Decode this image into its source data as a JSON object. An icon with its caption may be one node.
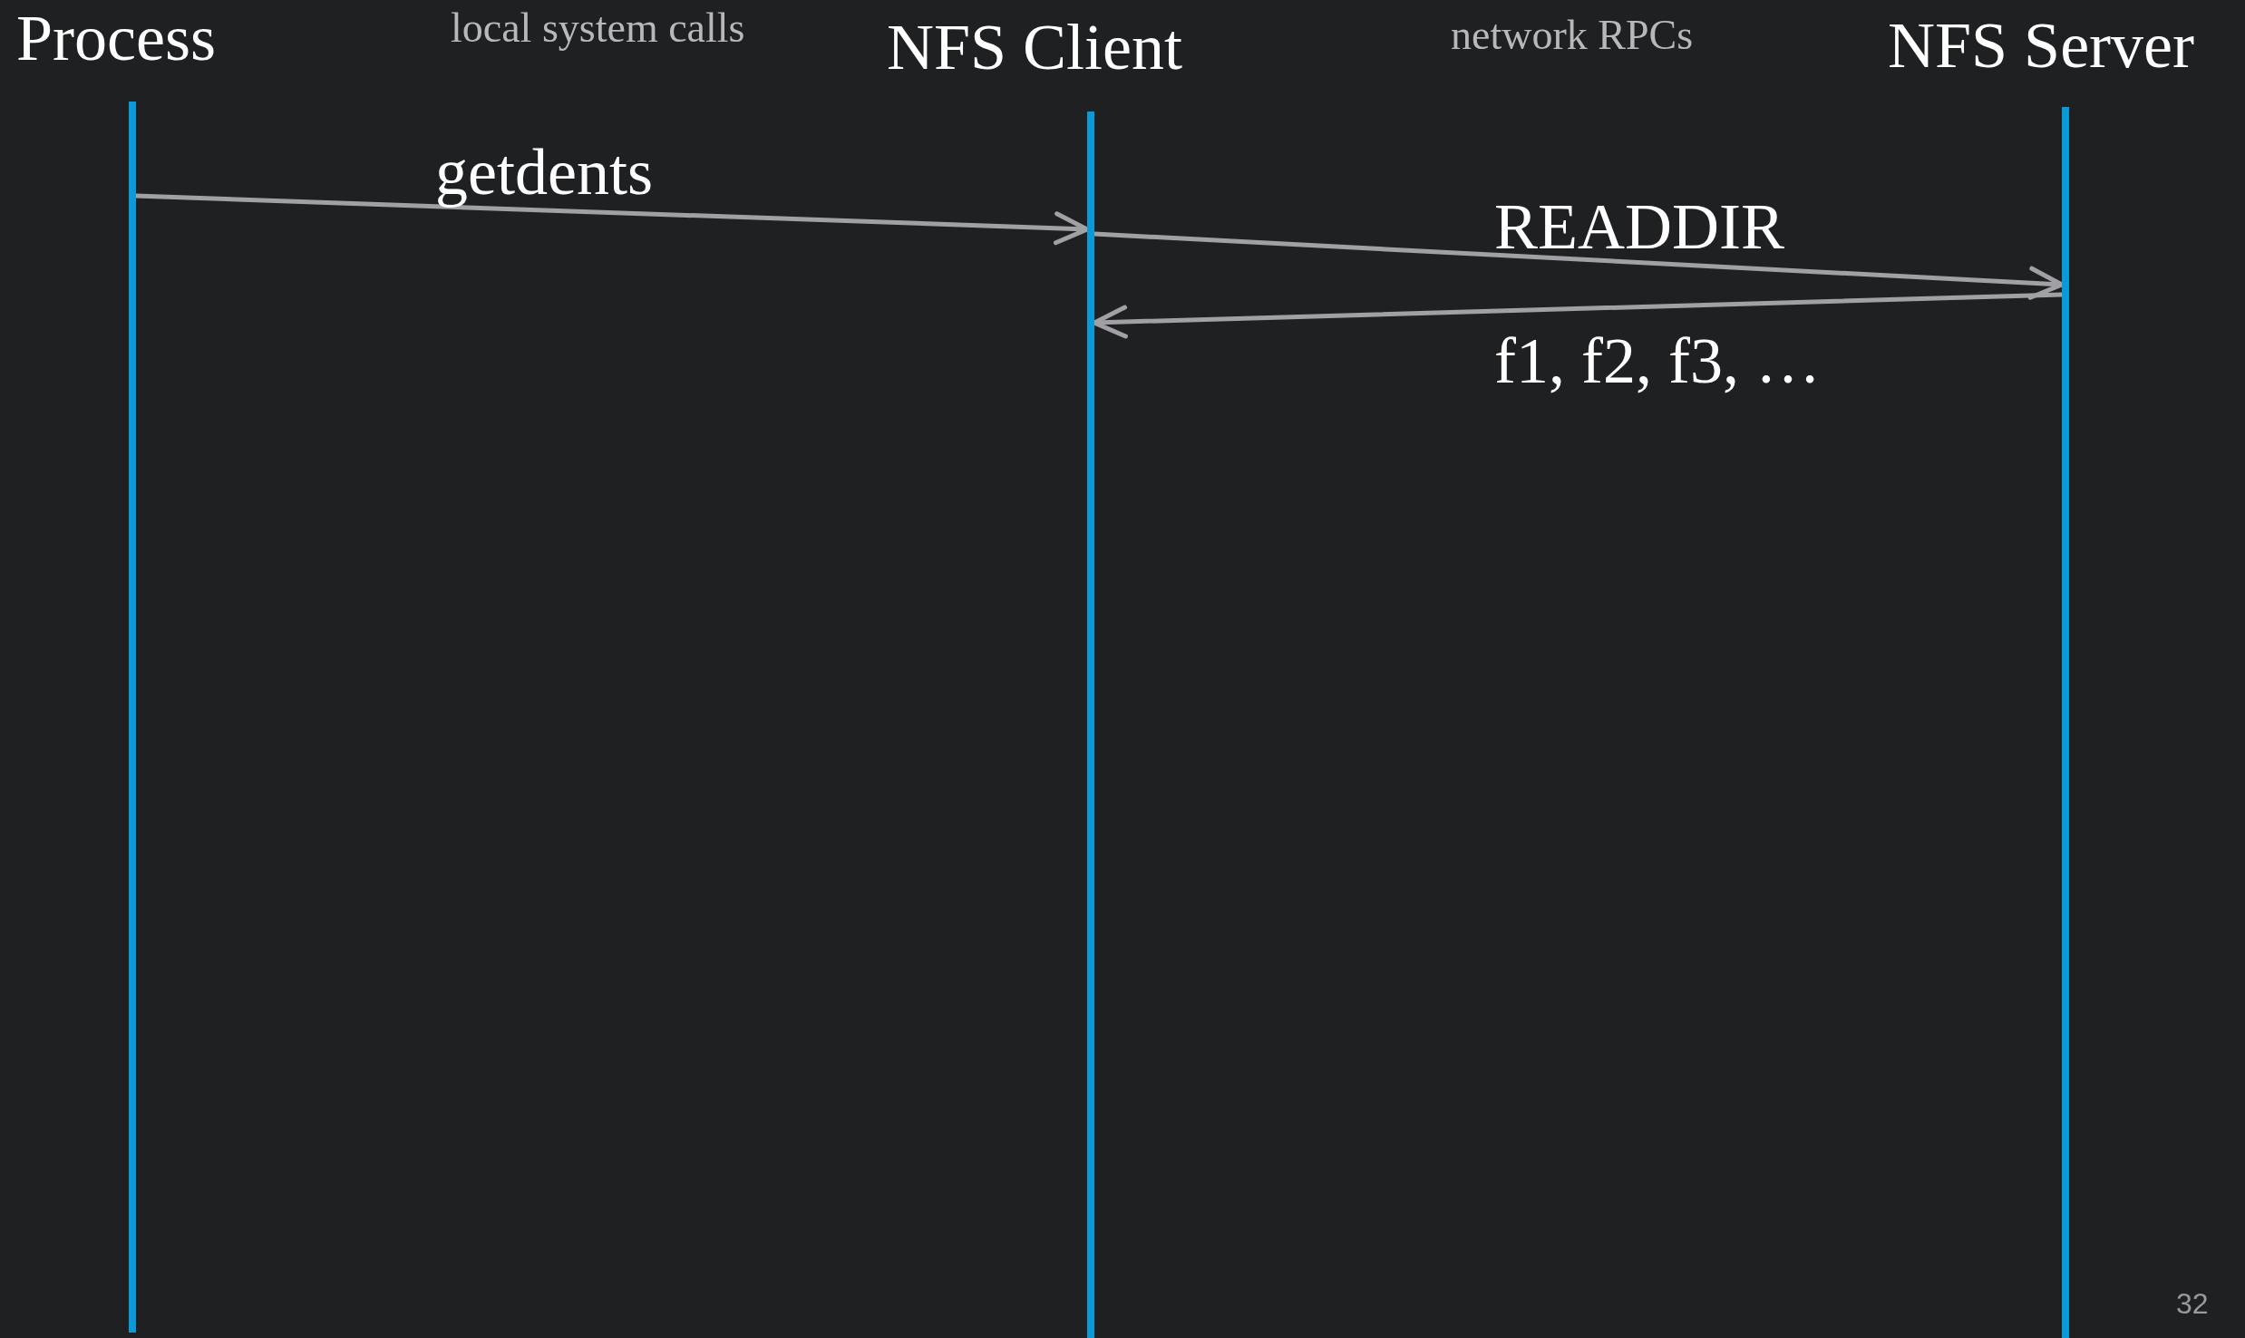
{
  "diagram": {
    "nodes": [
      {
        "text": [
          "Process"
        ]
      },
      {
        "text": [
          "NFS Client"
        ]
      },
      {
        "text": [
          "NFS Server"
        ]
      }
    ],
    "edges": [
      {
        "from": 0,
        "to": 1,
        "arrow": "to",
        "label": "getdents"
      },
      {
        "from": 1,
        "to": 2,
        "arrow": "to",
        "label": "READDIR"
      },
      {
        "from": 2,
        "to": 1,
        "arrow": "to",
        "label": "f1, f2, f3, …"
      }
    ],
    "labels": [
      "local system calls",
      "network RPCs",
      "32"
    ]
  }
}
